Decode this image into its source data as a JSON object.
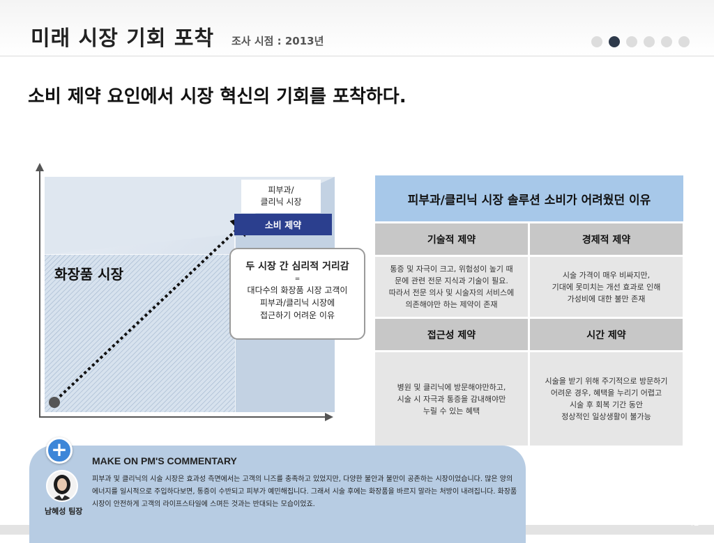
{
  "header": {
    "title": "미래 시장 기회 포착",
    "subtitle": "조사 시점 : 2013년",
    "pagination": {
      "total": 6,
      "active": 2
    }
  },
  "headline": "소비 제약 요인에서 시장 혁신의 기회를 포착하다.",
  "diagram": {
    "cosmetics_market": "화장품 시장",
    "derm_clinic_market": "피부과/\n클리닉 시장",
    "consumption_constraint": "소비 제약",
    "callout": {
      "main": "두 시장 간 심리적 거리감",
      "equals": "=",
      "body": "대다수의 화장품 시장 고객이\n피부과/클리닉 시장에\n접근하기 어려운 이유"
    }
  },
  "reasons": {
    "title": "피부과/클리닉 시장 솔루션 소비가 어려웠던 이유",
    "items": [
      {
        "label": "기술적 제약",
        "body": "통증 및 자극이 크고, 위험성이 높기 때\n문에 관련 전문 지식과 기술이 필요.\n따라서 전문 의사 및 시술자의 서비스에\n의존해야만 하는 제약이 존재"
      },
      {
        "label": "경제적 제약",
        "body": "시술 가격이 매우 비싸지만,\n기대에 못미치는 개선 효과로 인해\n가성비에 대한 불만 존재"
      },
      {
        "label": "접근성 제약",
        "body": "병원 및 클리닉에 방문해야만하고,\n시술 시 자극과 통증을 감내해야만\n누릴 수 있는 혜택"
      },
      {
        "label": "시간 제약",
        "body": "시술을 받기 위해 주기적으로 방문하기\n어려운 경우, 혜택을 누리기 어렵고\n시술 후 회복 기간 동안\n정상적인 일상생활이 불가능"
      }
    ]
  },
  "commentary": {
    "title": "MAKE ON PM'S COMMENTARY",
    "text": "피부과 및 클리닉의 시술 시장은 효과성 측면에서는 고객의 니즈를 충족하고 있었지만, 다양한 불안과 불만이 공존하는 시장이었습니다. 많은 양의 에너지를 일시적으로 주입하다보면, 통증이 수반되고 피부가 예민해집니다. 그래서 시술 후에는 화장품을 바르지 말라는 처방이 내려집니다. 화장품 시장이 안전하게 고객의 라이프스타일에 스며든 것과는 반대되는 모습이었죠.",
    "author": "남혜성 팀장"
  },
  "page_number": "42"
}
